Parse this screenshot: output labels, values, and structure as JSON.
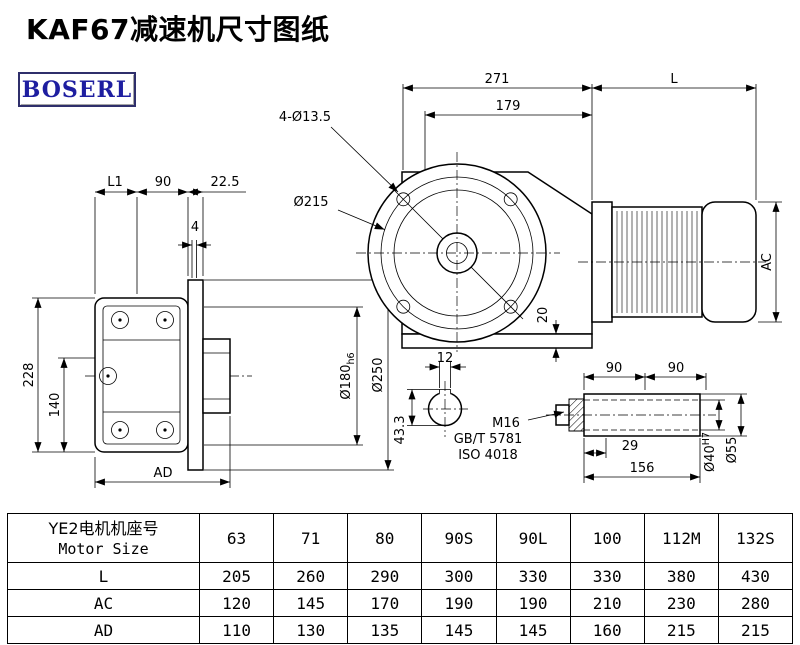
{
  "page": {
    "title": "KAF67减速机尺寸图纸",
    "brand": "BOSERL"
  },
  "drawing": {
    "front": {
      "d271": "271",
      "d179": "179",
      "holes": "4-Ø13.5",
      "bolt_circle": "Ø215",
      "foot": "20"
    },
    "motor": {
      "dL": "L",
      "dAC": "AC"
    },
    "side": {
      "dL1": "L1",
      "d90": "90",
      "d22_5": "22.5",
      "d4": "4",
      "d228": "228",
      "d140": "140",
      "dAD": "AD",
      "d180": "Ø180",
      "d180_tol": "h6",
      "d250": "Ø250"
    },
    "section": {
      "d12": "12",
      "d43_3": "43.3"
    },
    "shaft": {
      "d90a": "90",
      "d90b": "90",
      "d29": "29",
      "d156": "156",
      "d40": "Ø40",
      "d40_tol": "H7",
      "d55": "Ø55",
      "m16": "M16",
      "gbt": "GB/T 5781",
      "iso": "ISO 4018"
    }
  },
  "table": {
    "header_cn": "YE2电机机座号",
    "header_en": "Motor Size",
    "sizes": [
      "63",
      "71",
      "80",
      "90S",
      "90L",
      "100",
      "112M",
      "132S"
    ],
    "rows": [
      {
        "label": "L",
        "values": [
          "205",
          "260",
          "290",
          "300",
          "330",
          "330",
          "380",
          "430"
        ]
      },
      {
        "label": "AC",
        "values": [
          "120",
          "145",
          "170",
          "190",
          "190",
          "210",
          "230",
          "280"
        ]
      },
      {
        "label": "AD",
        "values": [
          "110",
          "130",
          "135",
          "145",
          "145",
          "160",
          "215",
          "215"
        ]
      }
    ]
  }
}
